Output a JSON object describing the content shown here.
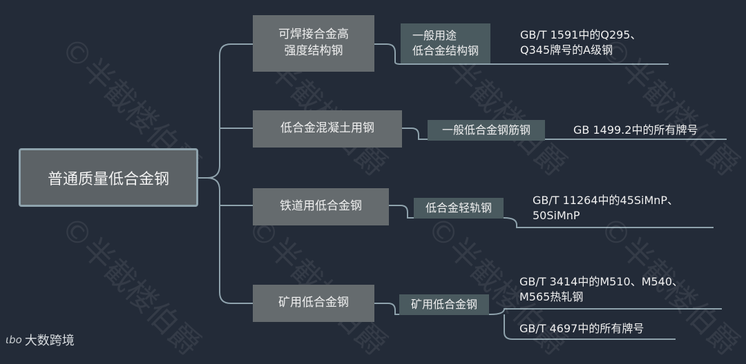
{
  "root": {
    "label": "普通质量低合金钢"
  },
  "categories": [
    {
      "label": "可焊接合金高\n强度结构钢"
    },
    {
      "label": "低合金混凝土用钢"
    },
    {
      "label": "铁道用低合金钢"
    },
    {
      "label": "矿用低合金钢"
    }
  ],
  "types": [
    {
      "label": "一般用途\n低合金结构钢"
    },
    {
      "label": "一般低合金钢筋钢"
    },
    {
      "label": "低合金轻轨钢"
    },
    {
      "label": "矿用低合金钢"
    }
  ],
  "standards": [
    {
      "label": "GB/T 1591中的Q295、\nQ345牌号的A级钢"
    },
    {
      "label": "GB 1499.2中的所有牌号"
    },
    {
      "label": "GB/T 11264中的45SiMnP、\n50SiMnP"
    },
    {
      "label": "GB/T 3414中的M510、M540、\nM565热轧钢"
    },
    {
      "label": "GB/T 4697中的所有牌号"
    }
  ],
  "watermark": "©半截楼伯爵",
  "brand": {
    "logo": "ιbo",
    "name": "大数跨境"
  },
  "colors": {
    "background": "#232b38",
    "line": "#8fa3ad",
    "node": "#656b6e",
    "tag": "#4a5a5f"
  }
}
